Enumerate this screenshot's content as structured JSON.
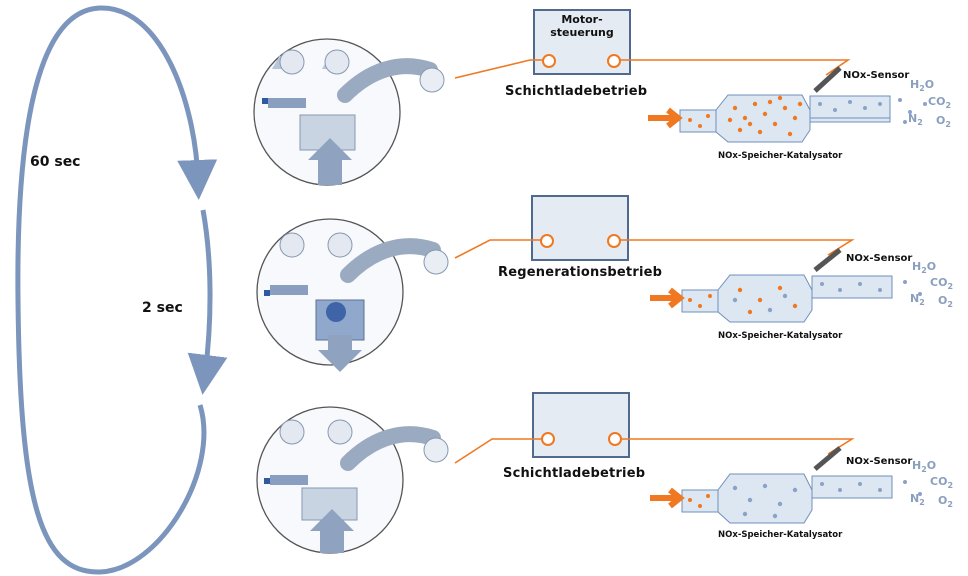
{
  "cycle": {
    "long_time": "60 sec",
    "short_time": "2 sec"
  },
  "ecu": {
    "line1": "Motor-",
    "line2": "steuerung"
  },
  "stages": [
    {
      "mode": "Schichtladebetrieb",
      "sensor": "NOx-Sensor",
      "catalyst": "NOx-Speicher-Katalysator"
    },
    {
      "mode": "Regenerationsbetrieb",
      "sensor": "NOx-Sensor",
      "catalyst": "NOx-Speicher-Katalysator"
    },
    {
      "mode": "Schichtladebetrieb",
      "sensor": "NOx-Sensor",
      "catalyst": "NOx-Speicher-Katalysator"
    }
  ],
  "gases": {
    "h": "H",
    "h_sub": "2",
    "o": "O",
    "c": "CO",
    "c_sub": "2",
    "n": "N",
    "n_sub": "2",
    "o2": "O",
    "o2_sub": "2"
  },
  "colors": {
    "accent_orange": "#f07820",
    "steel_blue": "#6f8fbc",
    "light_blue": "#dde7f2",
    "ecu_fill": "#e4ebf3",
    "ecu_border": "#4f6a8e"
  }
}
